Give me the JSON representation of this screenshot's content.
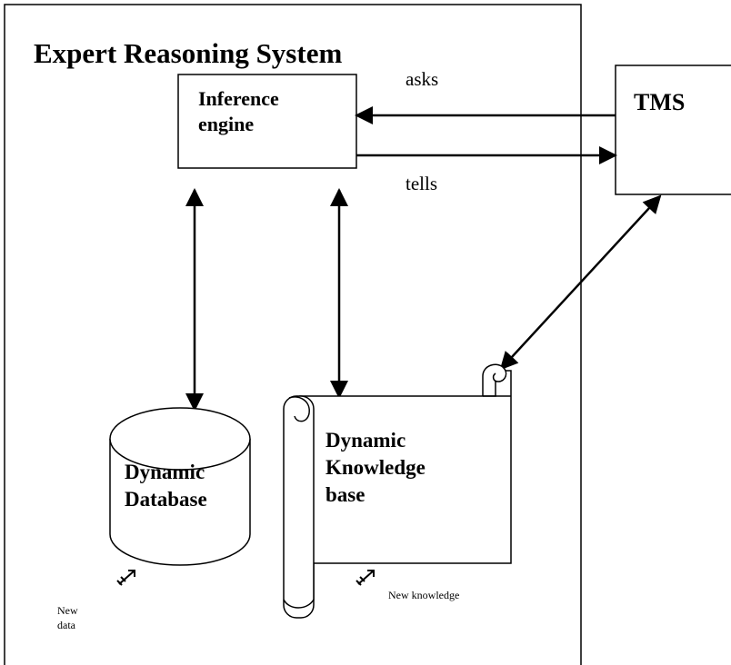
{
  "title": "Expert Reasoning System",
  "arrows": {
    "asks_label": "asks",
    "tells_label": "tells"
  },
  "inference_engine": {
    "line1": "Inference",
    "line2": "engine"
  },
  "tms": {
    "label": "TMS"
  },
  "dynamic_database": {
    "line1": "Dynamic",
    "line2": "Database"
  },
  "dynamic_knowledge_base": {
    "line1": "Dynamic",
    "line2": "Knowledge",
    "line3": "base"
  },
  "annotations": {
    "new_data_line1": "New",
    "new_data_line2": "data",
    "new_knowledge": "New knowledge"
  }
}
